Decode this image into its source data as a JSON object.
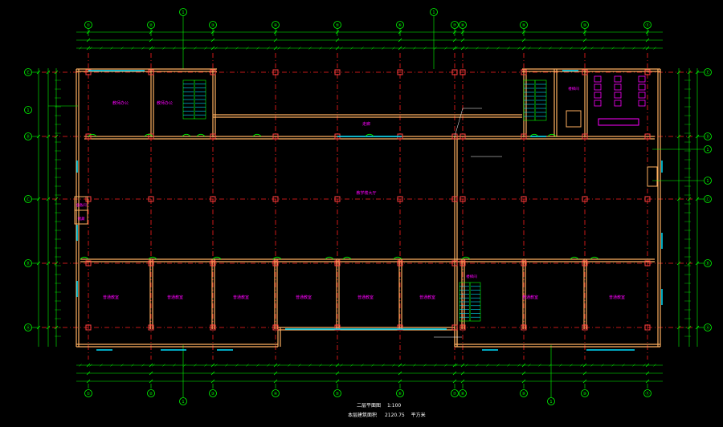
{
  "title": {
    "plan_name": "二层平面图",
    "plan_scale": "1:100",
    "area_label": "本层建筑面积",
    "area_value": "2120.75",
    "area_unit": "平方米"
  },
  "axes": {
    "columns": [
      "①",
      "②",
      "③",
      "④",
      "⑤",
      "⑥",
      "⑦",
      "⑧",
      "⑨",
      "⑩",
      "⑪"
    ],
    "rows": [
      "Ⓔ",
      "Ⓓ",
      "Ⓒ",
      "Ⓑ",
      "Ⓐ"
    ]
  },
  "rooms": {
    "top_left_1": "教师办公",
    "top_left_2": "教师办公",
    "corridor": "走廊",
    "hall": "教学楼大厅",
    "small_left_1": "准备间",
    "small_left_2": "储藏",
    "stair_right": "楼梯间",
    "stair_bottom": "楼梯间",
    "bottom_rooms": [
      "普通教室",
      "普通教室",
      "普通教室",
      "普通教室",
      "普通教室",
      "普通教室",
      "普通教室",
      "普通教室"
    ]
  },
  "colors": {
    "background": "#000000",
    "dimension": "#00ff00",
    "axis": "#ff2020",
    "wall": "#ffb060",
    "room_text": "#ff00ff",
    "window": "#00e0ff",
    "text": "#ffffff",
    "column": "#ff4040"
  }
}
